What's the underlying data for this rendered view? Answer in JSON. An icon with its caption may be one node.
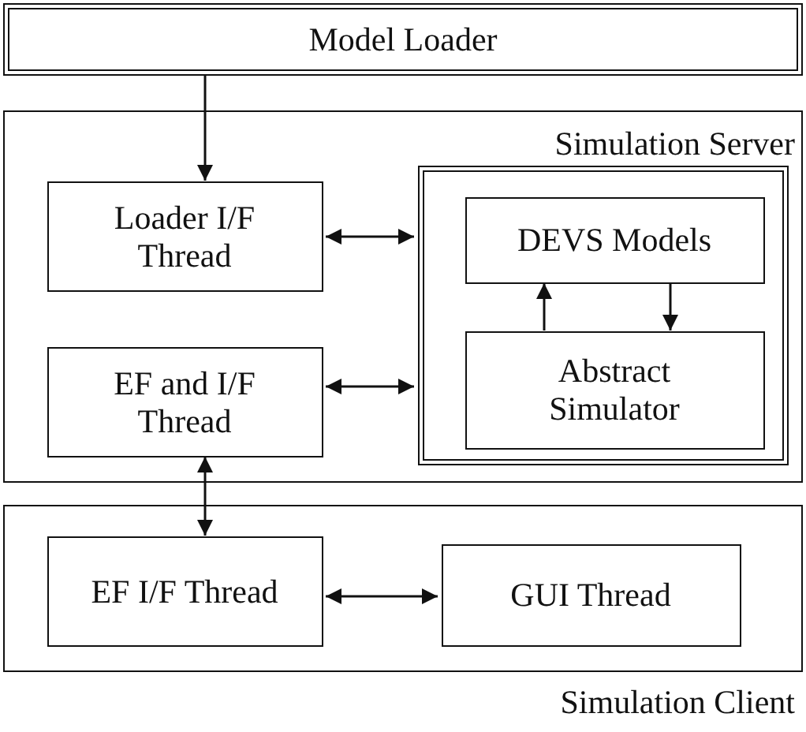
{
  "diagram": {
    "nodes": [
      {
        "text": [
          "Model Loader"
        ]
      },
      {
        "text": [
          "Simulation Server"
        ]
      },
      {
        "text": [
          "Loader I/F Thread"
        ],
        "in": 1
      },
      {
        "text": [
          "EF and I/F Thread"
        ],
        "in": 1
      },
      {
        "text": [],
        "shape": "box",
        "in": 1
      },
      {
        "text": [
          "DEVS Models"
        ],
        "in": 4
      },
      {
        "text": [
          "Abstract Simulator"
        ],
        "in": 4
      },
      {
        "text": [
          "Simulation Client"
        ]
      },
      {
        "text": [
          "EF I/F Thread"
        ],
        "in": 7
      },
      {
        "text": [
          "GUI Thread"
        ],
        "in": 7
      }
    ],
    "edges": [
      {
        "from": 0,
        "to": 2,
        "arrow": "to"
      },
      {
        "from": 2,
        "to": 4,
        "arrow": "both"
      },
      {
        "from": 3,
        "to": 4,
        "arrow": "both"
      },
      {
        "from": 6,
        "to": 5,
        "arrow": "to"
      },
      {
        "from": 5,
        "to": 6,
        "arrow": "to"
      },
      {
        "from": 3,
        "to": 8,
        "arrow": "both"
      },
      {
        "from": 8,
        "to": 9,
        "arrow": "both"
      }
    ]
  }
}
